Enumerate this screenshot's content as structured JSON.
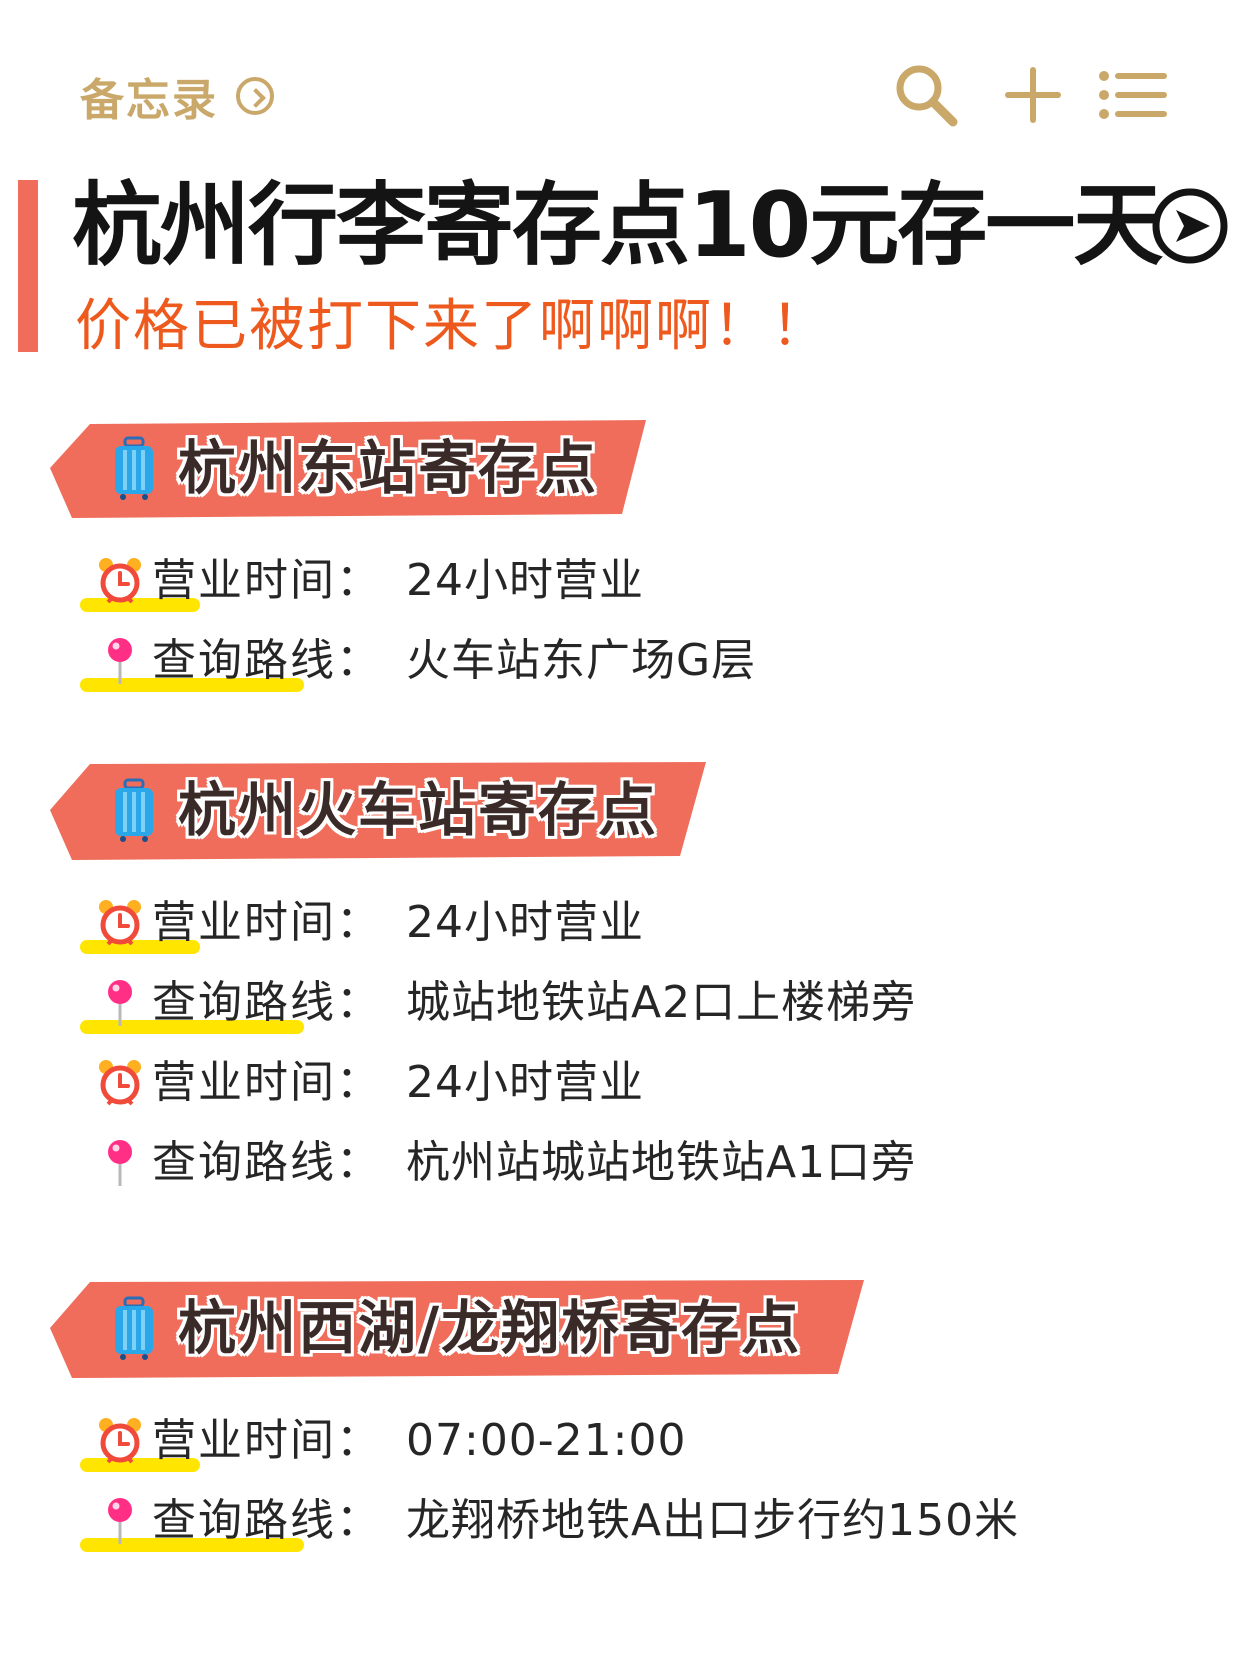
{
  "nav": {
    "back_label": "备忘录",
    "icons": [
      "chevron-right-icon",
      "search-icon",
      "plus-icon",
      "list-menu-icon"
    ]
  },
  "heading": {
    "title": "杭州行李寄存点10元存一天",
    "subtitle": "价格已被打下来了啊啊啊！！"
  },
  "colors": {
    "gold": "#c9a86a",
    "accent": "#ef6d5a",
    "subtitle": "#ee5a1e",
    "highlight": "#ffe500",
    "pin": "#ff2f86"
  },
  "sections": [
    {
      "title": "杭州东站寄存点",
      "rows": [
        {
          "icon": "alarm-clock-icon",
          "label": "营业时间：",
          "value": "24小时营业"
        },
        {
          "icon": "pin-icon",
          "label": "查询路线：",
          "value": "火车站东广场G层"
        }
      ]
    },
    {
      "title": "杭州火车站寄存点",
      "rows": [
        {
          "icon": "alarm-clock-icon",
          "label": "营业时间：",
          "value": "24小时营业"
        },
        {
          "icon": "pin-icon",
          "label": "查询路线：",
          "value": "城站地铁站A2口上楼梯旁"
        },
        {
          "icon": "alarm-clock-icon",
          "label": "营业时间：",
          "value": "24小时营业"
        },
        {
          "icon": "pin-icon",
          "label": "查询路线：",
          "value": "杭州站城站地铁站A1口旁"
        }
      ]
    },
    {
      "title": "杭州西湖/龙翔桥寄存点",
      "rows": [
        {
          "icon": "alarm-clock-icon",
          "label": "营业时间：",
          "value": "07:00-21:00"
        },
        {
          "icon": "pin-icon",
          "label": "查询路线：",
          "value": "龙翔桥地铁A出口步行约150米"
        }
      ]
    }
  ]
}
